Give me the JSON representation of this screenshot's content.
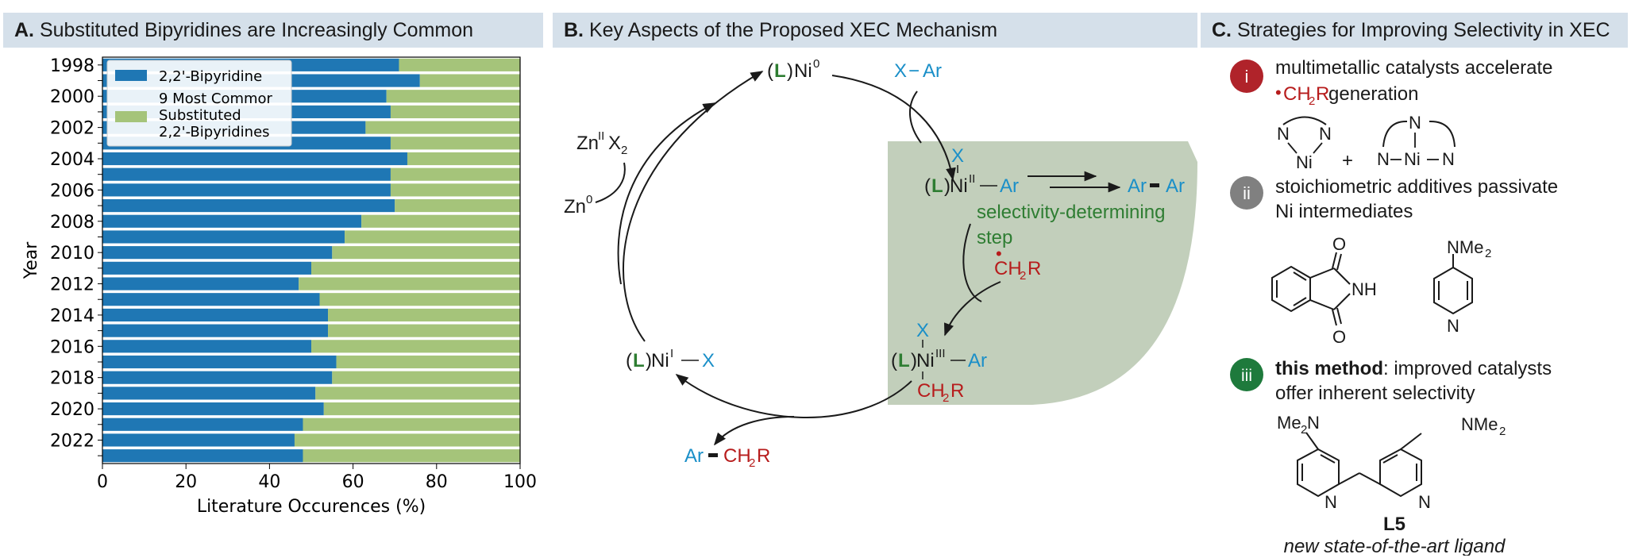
{
  "panels": {
    "a": {
      "letter": "A.",
      "title": "Substituted Bipyridines are Increasingly Common"
    },
    "b": {
      "letter": "B.",
      "title": "Key Aspects of the Proposed XEC Mechanism"
    },
    "c": {
      "letter": "C.",
      "title": "Strategies for Improving Selectivity in XEC"
    }
  },
  "chart_data": {
    "type": "bar",
    "orientation": "horizontal",
    "stacked": true,
    "xlabel": "Literature Occurences (%)",
    "ylabel": "Year",
    "xlim": [
      0,
      100
    ],
    "xticks": [
      0,
      20,
      40,
      60,
      80,
      100
    ],
    "yticklabels": [
      "1998",
      "2000",
      "2002",
      "2004",
      "2006",
      "2008",
      "2010",
      "2012",
      "2014",
      "2016",
      "2018",
      "2020",
      "2022"
    ],
    "categories": [
      "1998",
      "1999",
      "2000",
      "2001",
      "2002",
      "2003",
      "2004",
      "2005",
      "2006",
      "2007",
      "2008",
      "2009",
      "2010",
      "2011",
      "2012",
      "2013",
      "2014",
      "2015",
      "2016",
      "2017",
      "2018",
      "2019",
      "2020",
      "2021",
      "2022",
      "2023"
    ],
    "legend_position": "top-left",
    "series": [
      {
        "name": "2,2'-Bipyridine",
        "color": "#1f77b4",
        "values": [
          71,
          76,
          68,
          69,
          63,
          69,
          73,
          69,
          69,
          70,
          62,
          58,
          55,
          50,
          47,
          52,
          54,
          54,
          50,
          56,
          55,
          51,
          53,
          48,
          46,
          48
        ]
      },
      {
        "name_lines": [
          "9 Most Commor",
          "Substituted",
          "2,2'-Bipyridines"
        ],
        "color": "#a5c47a",
        "values": [
          29,
          24,
          32,
          31,
          37,
          31,
          27,
          31,
          31,
          30,
          38,
          42,
          45,
          50,
          53,
          48,
          46,
          46,
          50,
          44,
          45,
          49,
          47,
          52,
          54,
          52
        ]
      }
    ]
  },
  "mechanism": {
    "l": "L",
    "ni": "Ni",
    "ox0": "0",
    "ox1": "I",
    "ox2": "II",
    "ox3": "III",
    "x": "X",
    "ar": "Ar",
    "dash": "−",
    "zn": "Zn",
    "zn_sup": "II",
    "two": "2",
    "zn0": "Zn",
    "zero": "0",
    "ch2r_c": "CH",
    "ch2r_r": "R",
    "dot": "•",
    "sel_line1": "selectivity-determining",
    "sel_line2": "step",
    "colors": {
      "ligand": "#2e7d32",
      "aryl": "#1a8fc8",
      "alkyl": "#b71c1c",
      "highlight": "#c2cfbb"
    }
  },
  "strategies": {
    "i": {
      "badge": "i",
      "line1": "multimetallic catalysts accelerate",
      "line2_dot": "•",
      "line2_ch": "CH",
      "line2_sub": "2",
      "line2_r": "R",
      "line2_rest": " generation",
      "color": "#b0232a"
    },
    "ii": {
      "badge": "ii",
      "line1": "stoichiometric additives passivate",
      "line2": "Ni intermediates",
      "color": "#808080"
    },
    "iii": {
      "badge": "iii",
      "bold": "this method",
      "line1_rest": ": improved catalysts",
      "line2": "offer inherent selectivity",
      "color": "#1e7a3c"
    },
    "atoms": {
      "n": "N",
      "ni": "Ni",
      "plus": "+",
      "o": "O",
      "nh": "NH",
      "nme": "NMe",
      "me": "Me",
      "sub2": "2"
    },
    "ligand_name": "L5",
    "ligand_caption": "new state-of-the-art ligand"
  }
}
